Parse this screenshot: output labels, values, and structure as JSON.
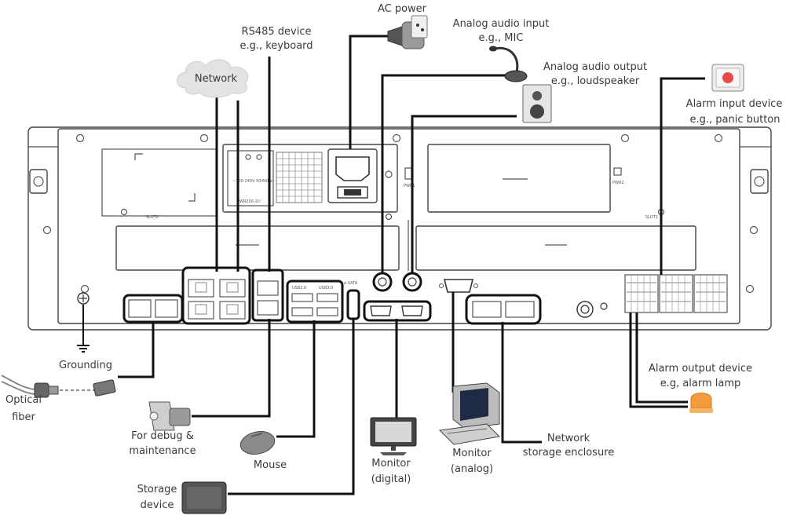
{
  "labels": {
    "ac_power": "AC power",
    "rs485_line1": "RS485 device",
    "rs485_line2": "e.g., keyboard",
    "network": "Network",
    "audio_in_line1": "Analog audio input",
    "audio_in_line2": "e.g., MIC",
    "audio_out_line1": "Analog audio output",
    "audio_out_line2": "e.g., loudspeaker",
    "alarm_in_line1": "Alarm input device",
    "alarm_in_line2": "e.g., panic button",
    "grounding": "Grounding",
    "optical_line1": "Optical",
    "optical_line2": "fiber",
    "debug_line1": "For debug &",
    "debug_line2": "maintenance",
    "mouse": "Mouse",
    "storage_line1": "Storage",
    "storage_line2": "device",
    "monitor_digital_line1": "Monitor",
    "monitor_digital_line2": "(digital)",
    "monitor_analog_line1": "Monitor",
    "monitor_analog_line2": "(analog)",
    "nse_line1": "Network",
    "nse_line2": "storage enclosure",
    "alarm_out_line1": "Alarm output device",
    "alarm_out_line2": "e.g, alarm lamp"
  },
  "panel_marks": {
    "slot_left": "SLOT0",
    "slot_right": "SLOT1",
    "pwr1": "PWR1",
    "pwr2": "PWR2",
    "usb_a": "USB3.0",
    "usb_b": "USB3.0",
    "esata": "e-SATA",
    "psu_model": "PWR200-2U",
    "psu_rating": "~100-240V 50/60Hz"
  },
  "colors": {
    "wire": "#111111",
    "panel_stroke": "#444444",
    "text": "#3a3a3a",
    "panic_red": "#e64a4a",
    "lamp_orange": "#f39c3d"
  }
}
